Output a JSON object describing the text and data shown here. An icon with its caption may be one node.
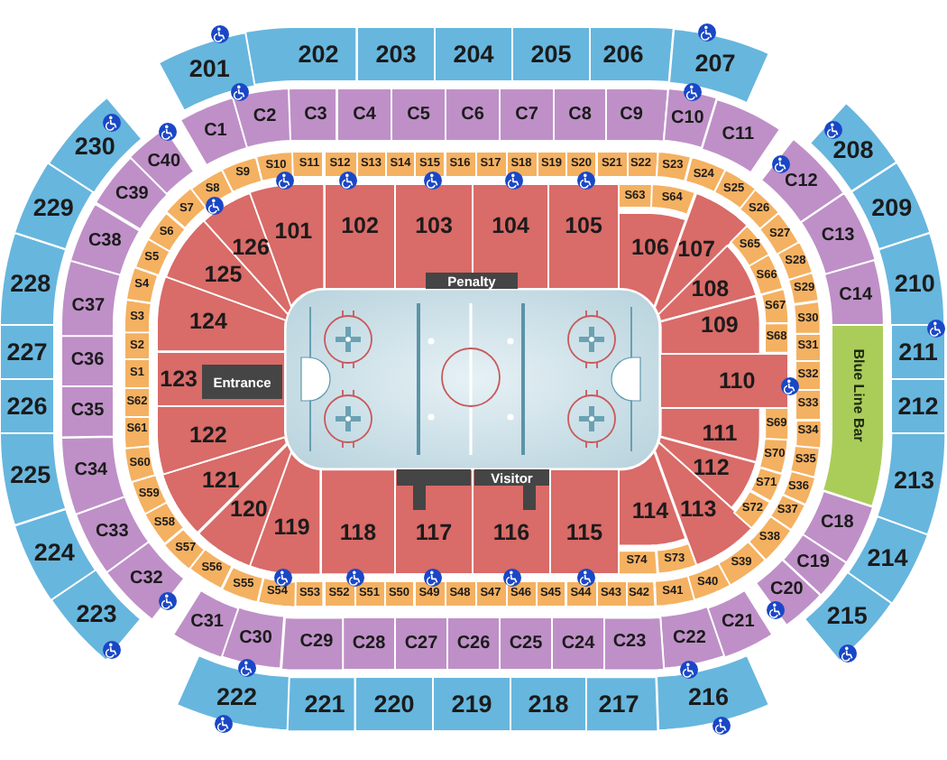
{
  "diagram": {
    "nodes": [
      {
        "text": [
          "101"
        ]
      },
      {
        "text": [
          "102"
        ]
      },
      {
        "text": [
          "103"
        ]
      },
      {
        "text": [
          "104"
        ]
      },
      {
        "text": [
          "105"
        ]
      },
      {
        "text": [
          "106"
        ]
      },
      {
        "text": [
          "107"
        ]
      },
      {
        "text": [
          "108"
        ]
      },
      {
        "text": [
          "109"
        ]
      },
      {
        "text": [
          "110"
        ]
      },
      {
        "text": [
          "111"
        ]
      },
      {
        "text": [
          "112"
        ]
      },
      {
        "text": [
          "113"
        ]
      },
      {
        "text": [
          "114"
        ]
      },
      {
        "text": [
          "115"
        ]
      },
      {
        "text": [
          "116"
        ]
      },
      {
        "text": [
          "117"
        ]
      },
      {
        "text": [
          "118"
        ]
      },
      {
        "text": [
          "119"
        ]
      },
      {
        "text": [
          "120"
        ]
      },
      {
        "text": [
          "121"
        ]
      },
      {
        "text": [
          "122"
        ]
      },
      {
        "text": [
          "123"
        ]
      },
      {
        "text": [
          "124"
        ]
      },
      {
        "text": [
          "125"
        ]
      },
      {
        "text": [
          "126"
        ]
      },
      {
        "text": [
          "S1"
        ]
      },
      {
        "text": [
          "S2"
        ]
      },
      {
        "text": [
          "S3"
        ]
      },
      {
        "text": [
          "S4"
        ]
      },
      {
        "text": [
          "S5"
        ]
      },
      {
        "text": [
          "S6"
        ]
      },
      {
        "text": [
          "S7"
        ]
      },
      {
        "text": [
          "S8"
        ]
      },
      {
        "text": [
          "S9"
        ]
      },
      {
        "text": [
          "S10"
        ]
      },
      {
        "text": [
          "S11"
        ]
      },
      {
        "text": [
          "S12"
        ]
      },
      {
        "text": [
          "S13"
        ]
      },
      {
        "text": [
          "S14"
        ]
      },
      {
        "text": [
          "S15"
        ]
      },
      {
        "text": [
          "S16"
        ]
      },
      {
        "text": [
          "S17"
        ]
      },
      {
        "text": [
          "S18"
        ]
      },
      {
        "text": [
          "S19"
        ]
      },
      {
        "text": [
          "S20"
        ]
      },
      {
        "text": [
          "S21"
        ]
      },
      {
        "text": [
          "S22"
        ]
      },
      {
        "text": [
          "S23"
        ]
      },
      {
        "text": [
          "S24"
        ]
      },
      {
        "text": [
          "S25"
        ]
      },
      {
        "text": [
          "S26"
        ]
      },
      {
        "text": [
          "S27"
        ]
      },
      {
        "text": [
          "S28"
        ]
      },
      {
        "text": [
          "S29"
        ]
      },
      {
        "text": [
          "S30"
        ]
      },
      {
        "text": [
          "S31"
        ]
      },
      {
        "text": [
          "S32"
        ]
      },
      {
        "text": [
          "S33"
        ]
      },
      {
        "text": [
          "S34"
        ]
      },
      {
        "text": [
          "S35"
        ]
      },
      {
        "text": [
          "S36"
        ]
      },
      {
        "text": [
          "S37"
        ]
      },
      {
        "text": [
          "S38"
        ]
      },
      {
        "text": [
          "S39"
        ]
      },
      {
        "text": [
          "S40"
        ]
      },
      {
        "text": [
          "S41"
        ]
      },
      {
        "text": [
          "S42"
        ]
      },
      {
        "text": [
          "S43"
        ]
      },
      {
        "text": [
          "S44"
        ]
      },
      {
        "text": [
          "S45"
        ]
      },
      {
        "text": [
          "S46"
        ]
      },
      {
        "text": [
          "S47"
        ]
      },
      {
        "text": [
          "S48"
        ]
      },
      {
        "text": [
          "S49"
        ]
      },
      {
        "text": [
          "S50"
        ]
      },
      {
        "text": [
          "S51"
        ]
      },
      {
        "text": [
          "S52"
        ]
      },
      {
        "text": [
          "S53"
        ]
      },
      {
        "text": [
          "S54"
        ]
      },
      {
        "text": [
          "S55"
        ]
      },
      {
        "text": [
          "S56"
        ]
      },
      {
        "text": [
          "S57"
        ]
      },
      {
        "text": [
          "S58"
        ]
      },
      {
        "text": [
          "S59"
        ]
      },
      {
        "text": [
          "S60"
        ]
      },
      {
        "text": [
          "S61"
        ]
      },
      {
        "text": [
          "S62"
        ]
      },
      {
        "text": [
          "S63"
        ]
      },
      {
        "text": [
          "S64"
        ]
      },
      {
        "text": [
          "S65"
        ]
      },
      {
        "text": [
          "S66"
        ]
      },
      {
        "text": [
          "S67"
        ]
      },
      {
        "text": [
          "S68"
        ]
      },
      {
        "text": [
          "S69"
        ]
      },
      {
        "text": [
          "S70"
        ]
      },
      {
        "text": [
          "S71"
        ]
      },
      {
        "text": [
          "S72"
        ]
      },
      {
        "text": [
          "S73"
        ]
      },
      {
        "text": [
          "S74"
        ]
      },
      {
        "text": [
          "C1"
        ]
      },
      {
        "text": [
          "C2"
        ]
      },
      {
        "text": [
          "C3"
        ]
      },
      {
        "text": [
          "C4"
        ]
      },
      {
        "text": [
          "C5"
        ]
      },
      {
        "text": [
          "C6"
        ]
      },
      {
        "text": [
          "C7"
        ]
      },
      {
        "text": [
          "C8"
        ]
      },
      {
        "text": [
          "C9"
        ]
      },
      {
        "text": [
          "C10"
        ]
      },
      {
        "text": [
          "C11"
        ]
      },
      {
        "text": [
          "C12"
        ]
      },
      {
        "text": [
          "C13"
        ]
      },
      {
        "text": [
          "C14"
        ]
      },
      {
        "text": [
          "C18"
        ]
      },
      {
        "text": [
          "C19"
        ]
      },
      {
        "text": [
          "C20"
        ]
      },
      {
        "text": [
          "C21"
        ]
      },
      {
        "text": [
          "C22"
        ]
      },
      {
        "text": [
          "C23"
        ]
      },
      {
        "text": [
          "C24"
        ]
      },
      {
        "text": [
          "C25"
        ]
      },
      {
        "text": [
          "C26"
        ]
      },
      {
        "text": [
          "C27"
        ]
      },
      {
        "text": [
          "C28"
        ]
      },
      {
        "text": [
          "C29"
        ]
      },
      {
        "text": [
          "C30"
        ]
      },
      {
        "text": [
          "C31"
        ]
      },
      {
        "text": [
          "C32"
        ]
      },
      {
        "text": [
          "C33"
        ]
      },
      {
        "text": [
          "C34"
        ]
      },
      {
        "text": [
          "C35"
        ]
      },
      {
        "text": [
          "C36"
        ]
      },
      {
        "text": [
          "C37"
        ]
      },
      {
        "text": [
          "C38"
        ]
      },
      {
        "text": [
          "C39"
        ]
      },
      {
        "text": [
          "C40"
        ]
      },
      {
        "text": [
          "201"
        ]
      },
      {
        "text": [
          "202"
        ]
      },
      {
        "text": [
          "203"
        ]
      },
      {
        "text": [
          "204"
        ]
      },
      {
        "text": [
          "205"
        ]
      },
      {
        "text": [
          "206"
        ]
      },
      {
        "text": [
          "207"
        ]
      },
      {
        "text": [
          "208"
        ]
      },
      {
        "text": [
          "209"
        ]
      },
      {
        "text": [
          "210"
        ]
      },
      {
        "text": [
          "211"
        ]
      },
      {
        "text": [
          "212"
        ]
      },
      {
        "text": [
          "213"
        ]
      },
      {
        "text": [
          "214"
        ]
      },
      {
        "text": [
          "215"
        ]
      },
      {
        "text": [
          "216"
        ]
      },
      {
        "text": [
          "217"
        ]
      },
      {
        "text": [
          "218"
        ]
      },
      {
        "text": [
          "219"
        ]
      },
      {
        "text": [
          "220"
        ]
      },
      {
        "text": [
          "221"
        ]
      },
      {
        "text": [
          "222"
        ]
      },
      {
        "text": [
          "223"
        ]
      },
      {
        "text": [
          "224"
        ]
      },
      {
        "text": [
          "225"
        ]
      },
      {
        "text": [
          "226"
        ]
      },
      {
        "text": [
          "227"
        ]
      },
      {
        "text": [
          "228"
        ]
      },
      {
        "text": [
          "229"
        ]
      },
      {
        "text": [
          "230"
        ]
      },
      {
        "text": [
          "Blue Line Bar"
        ]
      },
      {
        "text": [
          "Penalty"
        ]
      },
      {
        "text": [
          "Entrance"
        ],
        "in": 22
      },
      {
        "text": [],
        "shape": "bar",
        "in": 16
      },
      {
        "text": [
          "Visitor"
        ],
        "in": 15
      }
    ]
  }
}
